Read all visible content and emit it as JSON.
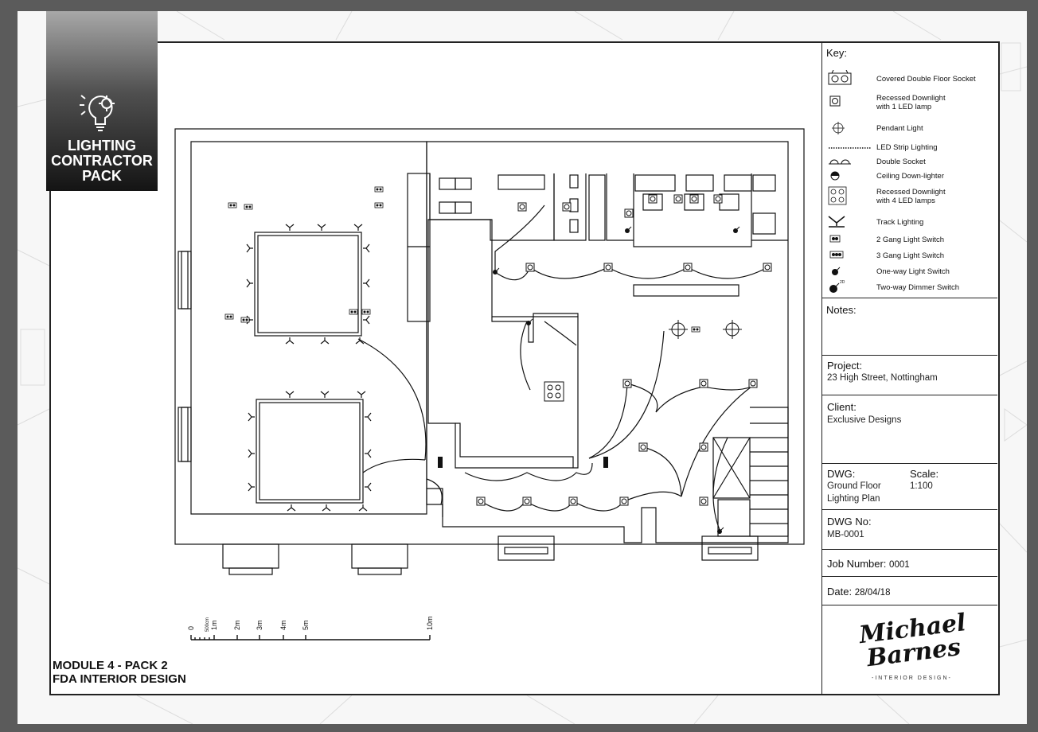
{
  "badge": {
    "title_lines": [
      "LIGHTING",
      "CONTRACTOR",
      "PACK"
    ],
    "icon": "lightbulb-gear-icon"
  },
  "module": {
    "line1": "MODULE 4 - PACK 2",
    "line2": "FDA INTERIOR DESIGN"
  },
  "scale_bar": {
    "labels": [
      "0",
      "500cm",
      "1m",
      "2m",
      "3m",
      "4m",
      "5m",
      "10m"
    ]
  },
  "key": {
    "title": "Key:",
    "items": [
      {
        "symbol": "covered-double-floor-socket-icon",
        "label": "Covered Double Floor Socket"
      },
      {
        "symbol": "recessed-downlight-1-icon",
        "label": "Recessed Downlight",
        "label2": "with 1 LED lamp"
      },
      {
        "symbol": "pendant-light-icon",
        "label": "Pendant Light"
      },
      {
        "symbol": "led-strip-icon",
        "label": "LED Strip Lighting"
      },
      {
        "symbol": "double-socket-icon",
        "label": "Double Socket"
      },
      {
        "symbol": "ceiling-downlighter-icon",
        "label": "Ceiling Down-lighter"
      },
      {
        "symbol": "recessed-downlight-4-icon",
        "label": "Recessed Downlight",
        "label2": "with 4 LED lamps"
      },
      {
        "symbol": "track-lighting-icon",
        "label": "Track Lighting"
      },
      {
        "symbol": "2-gang-switch-icon",
        "label": "2 Gang Light Switch"
      },
      {
        "symbol": "3-gang-switch-icon",
        "label": "3 Gang Light Switch"
      },
      {
        "symbol": "one-way-switch-icon",
        "label": "One-way Light Switch"
      },
      {
        "symbol": "two-way-dimmer-icon",
        "label": "Two-way Dimmer Switch",
        "mark": "2D"
      }
    ]
  },
  "notes": {
    "label": "Notes:"
  },
  "project": {
    "label": "Project:",
    "value": "23 High Street, Nottingham"
  },
  "client": {
    "label": "Client:",
    "value": "Exclusive Designs"
  },
  "dwg": {
    "label": "DWG:",
    "value_line1": "Ground Floor",
    "value_line2": "Lighting Plan",
    "scale_label": "Scale:",
    "scale_value": "1:100"
  },
  "dwg_no": {
    "label": "DWG No:",
    "value": "MB-0001"
  },
  "job": {
    "label": "Job Number:",
    "value": "0001"
  },
  "date": {
    "label": "Date:",
    "value": "28/04/18"
  },
  "logo": {
    "line1": "Michael",
    "line2": "Barnes",
    "tagline": "-INTERIOR DESIGN-"
  }
}
